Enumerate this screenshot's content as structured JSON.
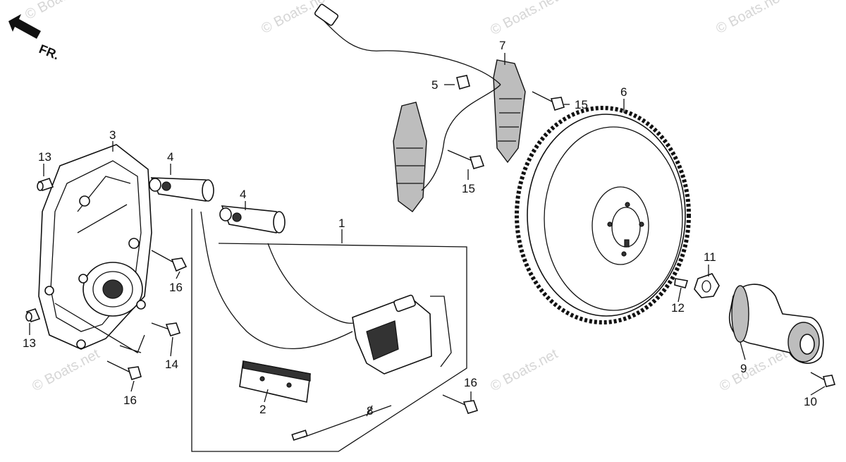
{
  "direction_label": "FR.",
  "watermarks": [
    "© Boats.net",
    "© Boats.net",
    "© Boats.net",
    "© Boats.net",
    "© Boats.net",
    "© Boats.net",
    "© Boats.net"
  ],
  "callouts": [
    {
      "id": "c1",
      "text": "1"
    },
    {
      "id": "c2",
      "text": "2"
    },
    {
      "id": "c3",
      "text": "3"
    },
    {
      "id": "c4a",
      "text": "4"
    },
    {
      "id": "c4b",
      "text": "4"
    },
    {
      "id": "c5",
      "text": "5"
    },
    {
      "id": "c6",
      "text": "6"
    },
    {
      "id": "c7",
      "text": "7"
    },
    {
      "id": "c8",
      "text": "8"
    },
    {
      "id": "c9",
      "text": "9"
    },
    {
      "id": "c10",
      "text": "10"
    },
    {
      "id": "c11",
      "text": "11"
    },
    {
      "id": "c12",
      "text": "12"
    },
    {
      "id": "c13a",
      "text": "13"
    },
    {
      "id": "c13b",
      "text": "13"
    },
    {
      "id": "c14",
      "text": "14"
    },
    {
      "id": "c15a",
      "text": "15"
    },
    {
      "id": "c15b",
      "text": "15"
    },
    {
      "id": "c16a",
      "text": "16"
    },
    {
      "id": "c16b",
      "text": "16"
    },
    {
      "id": "c16c",
      "text": "16"
    }
  ]
}
